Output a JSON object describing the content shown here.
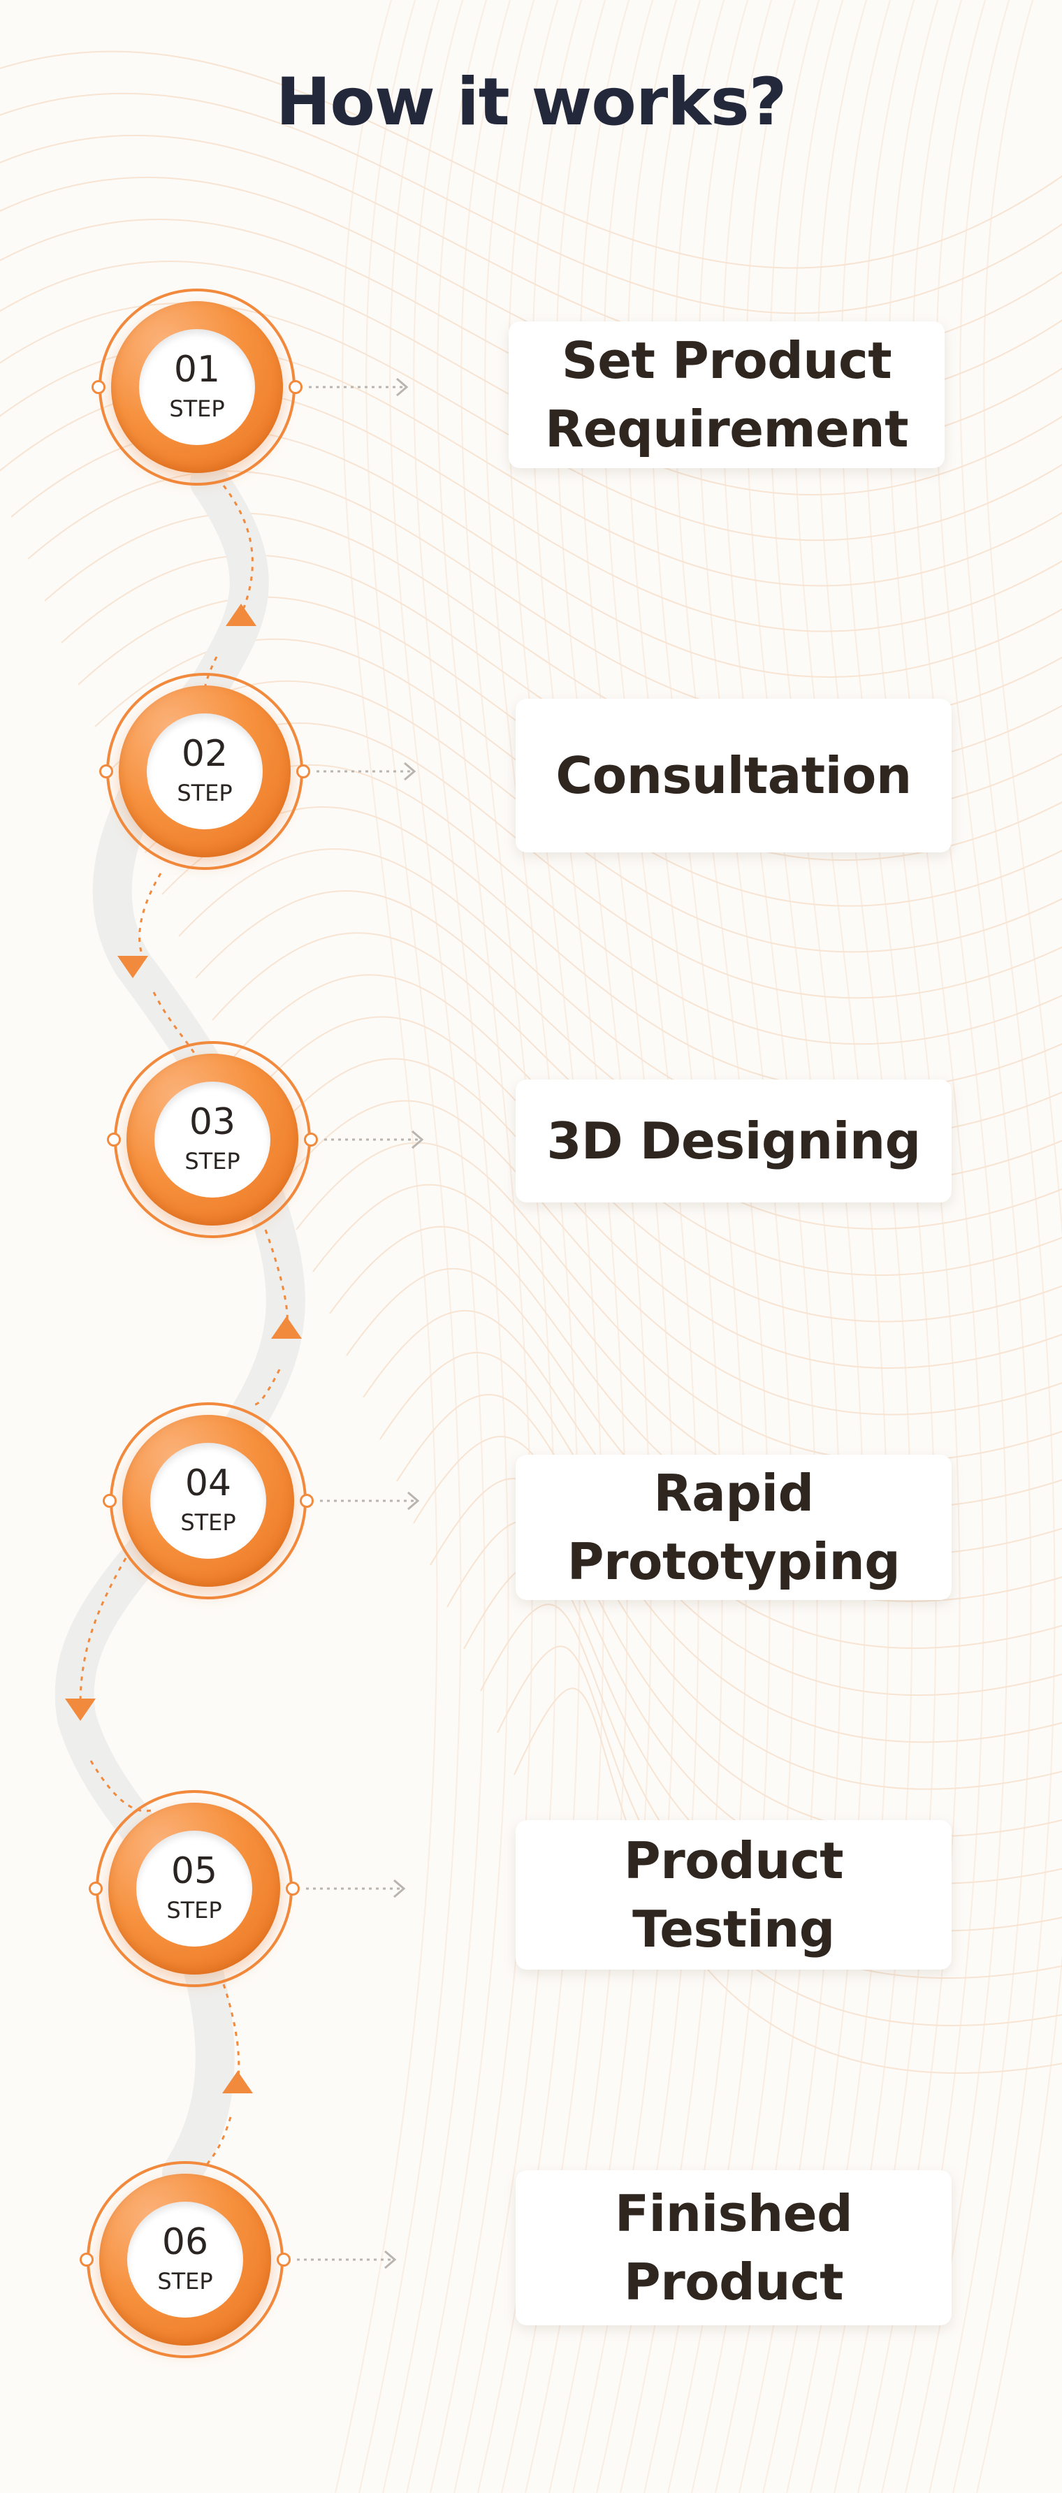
{
  "title": "How it works?",
  "step_word": "STEP",
  "steps": [
    {
      "number": "01",
      "label": "Set Product\nRequirement"
    },
    {
      "number": "02",
      "label": "Consultation"
    },
    {
      "number": "03",
      "label": "3D Designing"
    },
    {
      "number": "04",
      "label": "Rapid\nPrototyping"
    },
    {
      "number": "05",
      "label": "Product\nTesting"
    },
    {
      "number": "06",
      "label": "Finished\nProduct"
    }
  ],
  "colors": {
    "accent": "#f28a3d",
    "accent_dark": "#ea7420",
    "title": "#23283a",
    "card_text": "#2f261f",
    "background": "#fdfbf8",
    "path_band": "#eeeeec",
    "background_lines": "#f6dfcc"
  },
  "icons": {
    "arrow": "dotted-arrow-right-icon",
    "path_arrow": "triangle-arrow-icon"
  }
}
